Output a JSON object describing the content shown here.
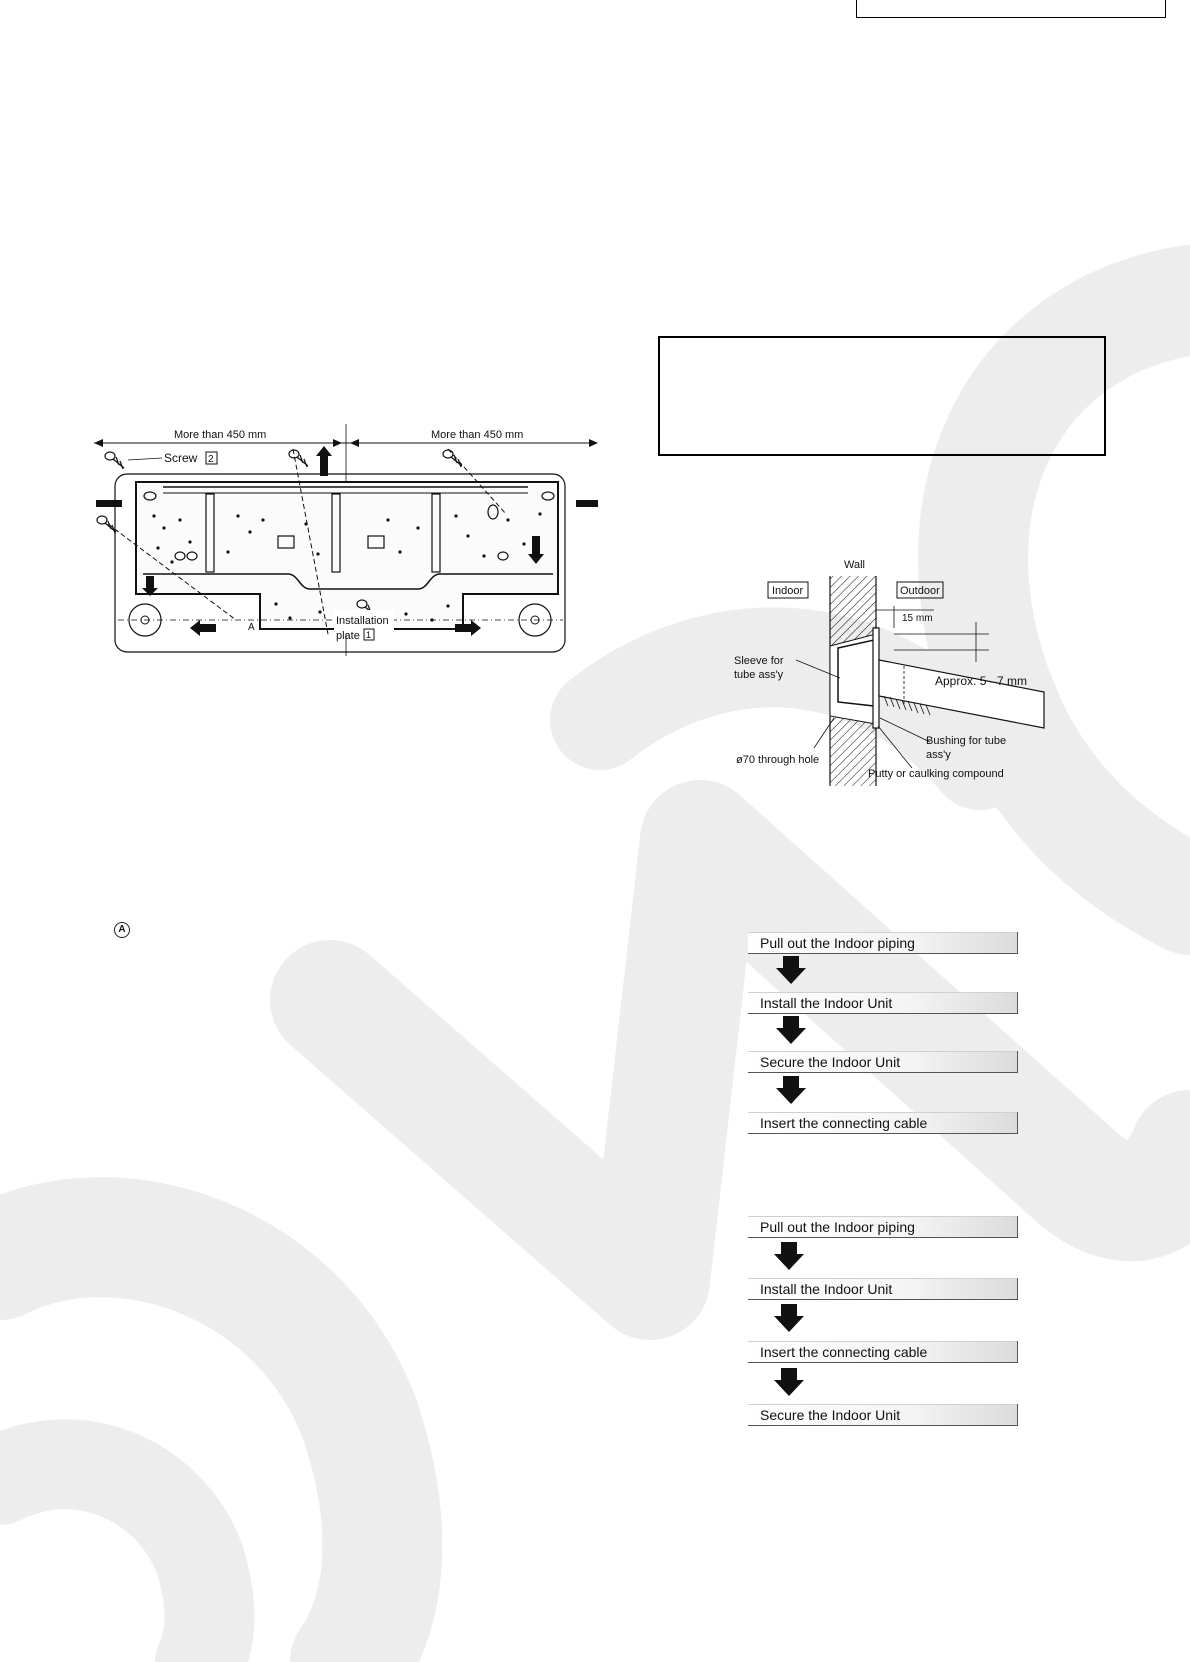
{
  "plate_figure": {
    "dim_left": "More than 450 mm",
    "dim_right": "More than 450 mm",
    "screw_label": "Screw",
    "screw_num": "2",
    "installation_label": "Installation",
    "plate_label": "plate",
    "plate_num": "1",
    "marker_letter": "A"
  },
  "wall_figure": {
    "wall": "Wall",
    "indoor": "Indoor",
    "outdoor": "Outdoor",
    "dim_15": "15 mm",
    "sleeve_line1": "Sleeve for",
    "sleeve_line2": "tube ass'y",
    "approx": "Approx. 5 - 7 mm",
    "bushing_line1": "Bushing for tube",
    "bushing_line2": "ass'y",
    "hole": "ø70 through hole",
    "putty": "Putty or caulking compound"
  },
  "circled_marker": "A",
  "flow1": {
    "steps": [
      "Pull out the Indoor piping",
      "Install the Indoor Unit",
      "Secure the Indoor Unit",
      "Insert the connecting cable"
    ]
  },
  "flow2": {
    "steps": [
      "Pull out the Indoor piping",
      "Install the Indoor Unit",
      "Insert the connecting cable",
      "Secure the Indoor Unit"
    ]
  },
  "colors": {
    "watermark": "#ededed",
    "ink": "#111111"
  }
}
